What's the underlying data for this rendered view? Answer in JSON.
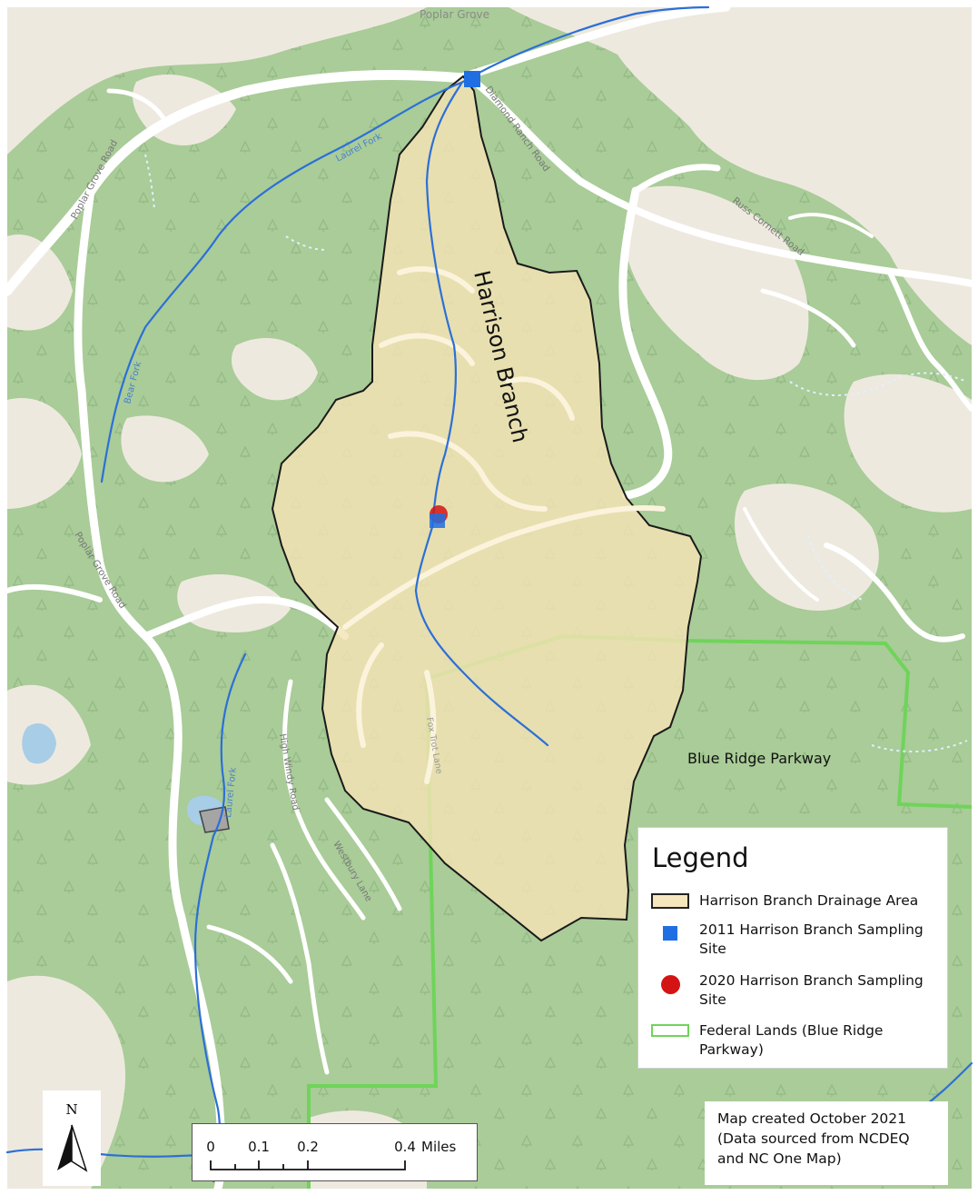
{
  "map": {
    "labels": {
      "stream_name": "Harrison Branch",
      "federal_area": "Blue Ridge Parkway",
      "place_poplar_grove": "Poplar Grove",
      "road_poplar_grove_n": "Poplar Grove Road",
      "road_poplar_grove_s": "Poplar Grove Road",
      "road_diamond_ranch": "Diamond Ranch Road",
      "road_russ_cornett": "Russ Cornett Road",
      "road_high_windy": "High Windy Road",
      "road_westbury": "Westbury Lane",
      "creek_laurel_fork": "Laurel Fork",
      "creek_lower": "Laurel Fork",
      "creek_bear": "Bear Fork",
      "road_fox_trot": "Fox Trot Lane"
    }
  },
  "legend": {
    "title": "Legend",
    "items": [
      {
        "label": "Harrison Branch Drainage Area"
      },
      {
        "label": "2011 Harrison Branch Sampling Site"
      },
      {
        "label": "2020 Harrison Branch Sampling Site"
      },
      {
        "label": "Federal Lands (Blue Ridge Parkway)"
      }
    ]
  },
  "north_arrow": {
    "letter": "N"
  },
  "scale_bar": {
    "ticks": [
      "0",
      "0.1",
      "0.2",
      "0.4"
    ],
    "unit": "Miles"
  },
  "credit": {
    "lines": [
      "Map created October 2021",
      "(Data sourced from NCDEQ",
      "and NC One Map)"
    ]
  },
  "colors": {
    "forest": "#a9cc98",
    "open_land": "#eee9df",
    "road": "#ffffff",
    "stream": "#2c6fd8",
    "drainage_fill": "#f4e3b5",
    "drainage_outline": "#1a1a1a",
    "federal_outline": "#6fd45a",
    "site_2011": "#1f6fe3",
    "site_2020": "#d41414"
  }
}
